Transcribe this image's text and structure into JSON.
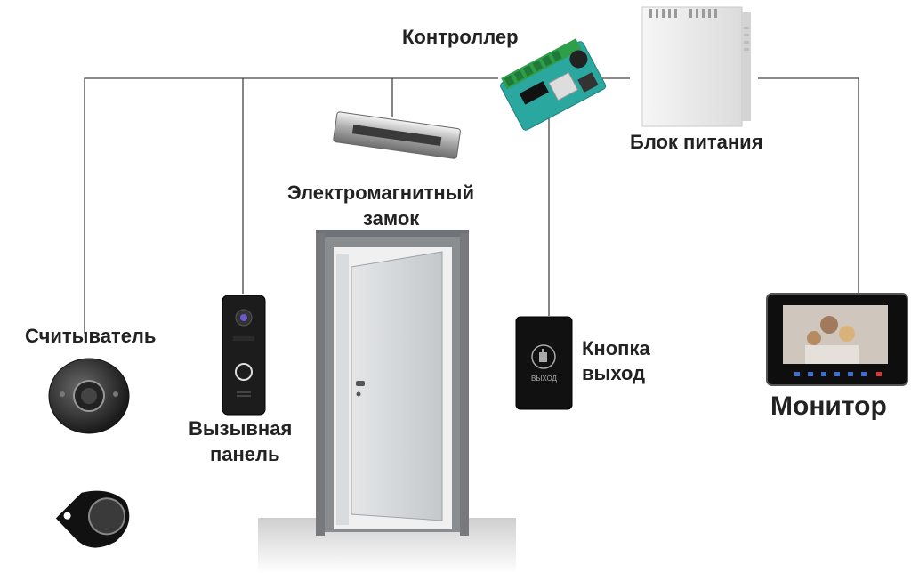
{
  "diagram": {
    "labels": {
      "controller": "Контроллер",
      "power_supply": "Блок питания",
      "em_lock_line1": "Электромагнитный",
      "em_lock_line2": "замок",
      "reader": "Считыватель",
      "call_panel_line1": "Вызывная",
      "call_panel_line2": "панель",
      "exit_button_line1": "Кнопка",
      "exit_button_line2": "выход",
      "monitor": "Монитор"
    },
    "exit_button_text": "ВЫХОД",
    "colors": {
      "wire": "#444444",
      "label": "#222222",
      "controller_board": "#2aa8a0",
      "terminal_green": "#2e9e4a",
      "door": "#cfd3d6",
      "frame": "#8a8d90",
      "device_black": "#111111",
      "power_supply": "#f2f2f2"
    }
  }
}
